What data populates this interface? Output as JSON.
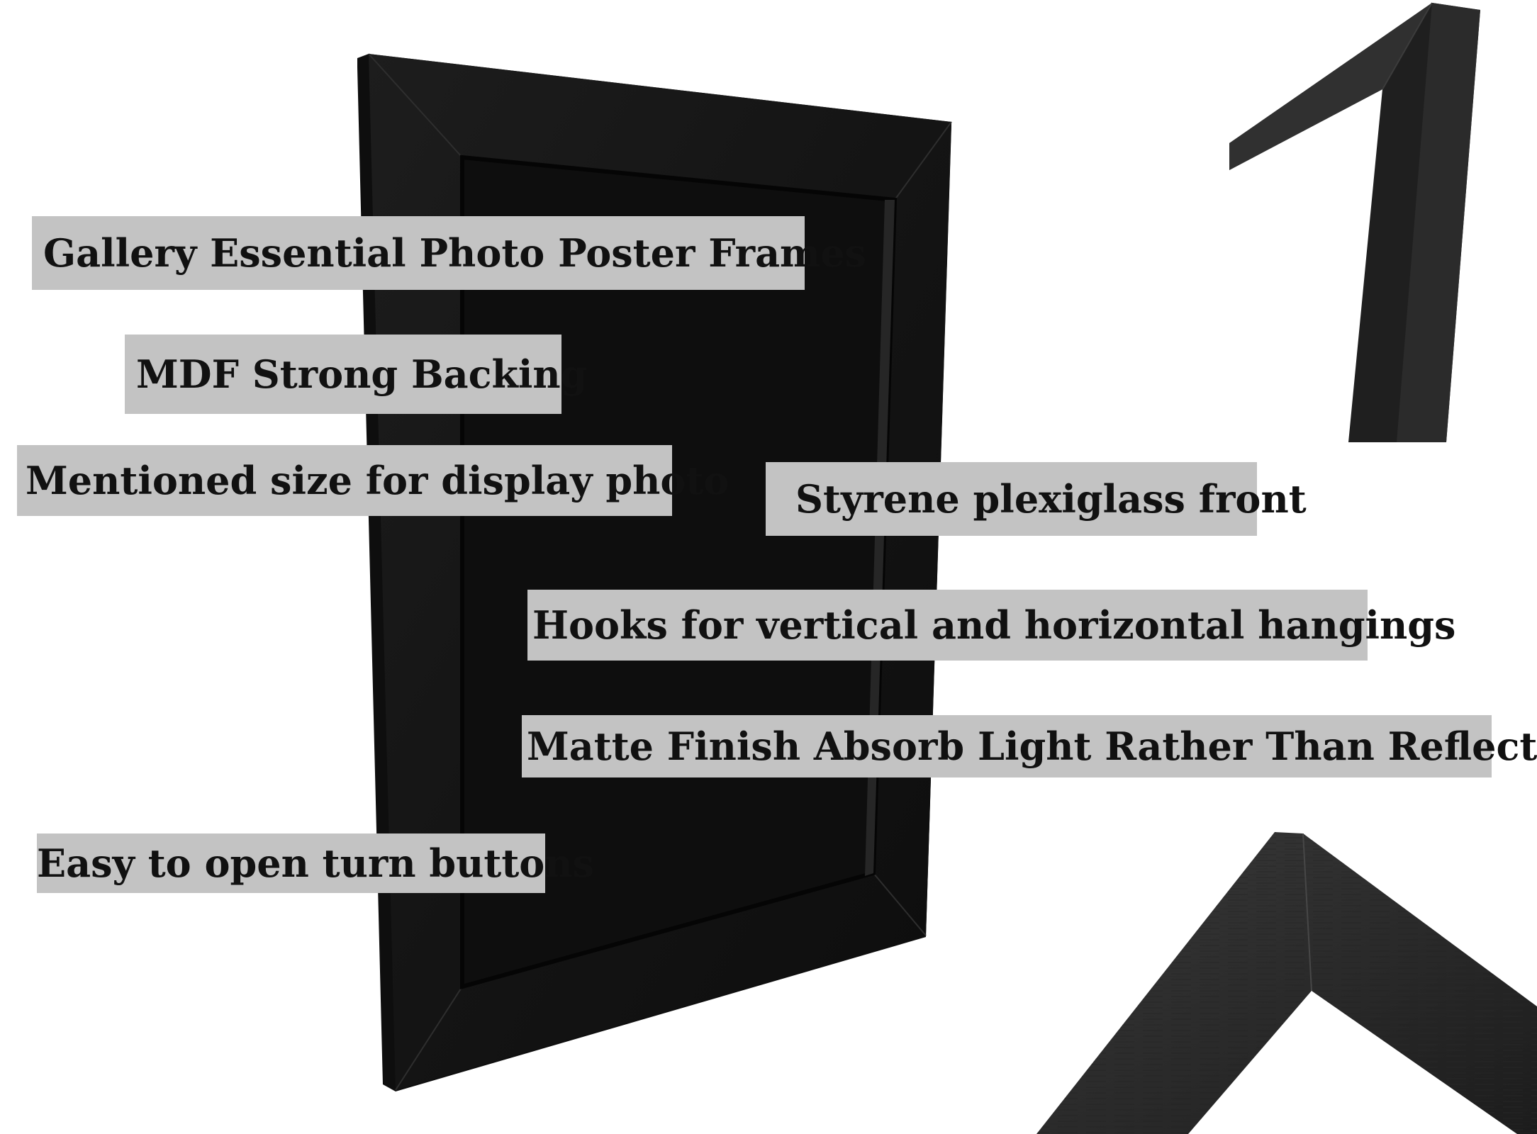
{
  "labels": {
    "title": "Gallery Essential Photo Poster Frames",
    "mdf": "MDF Strong Backing",
    "size": "Mentioned size for display photo",
    "styrene": "Styrene plexiglass front",
    "hooks": "Hooks for vertical and horizontal hangings",
    "matte": "Matte Finish Absorb Light Rather Than Reflect It",
    "easy": "Easy to open turn buttons"
  },
  "colors": {
    "background": "#ffffff",
    "frame": "#151515",
    "frame_edge": "#2c2c2c",
    "label_bg": "#c3c3c3",
    "label_text": "#111111"
  }
}
